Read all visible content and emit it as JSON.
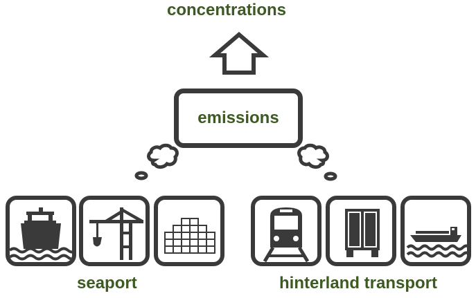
{
  "diagram": {
    "top_label": "concentrations",
    "center_label": "emissions",
    "group_left_label": "seaport",
    "group_right_label": "hinterland transport"
  },
  "icons": {
    "seaport": [
      "ship-icon",
      "crane-icon",
      "containers-icon"
    ],
    "hinterland": [
      "train-icon",
      "truck-icon",
      "barge-icon"
    ]
  },
  "colors": {
    "label_green": "#3d5a22",
    "icon_dark": "#3a3a3a",
    "background": "#ffffff"
  }
}
